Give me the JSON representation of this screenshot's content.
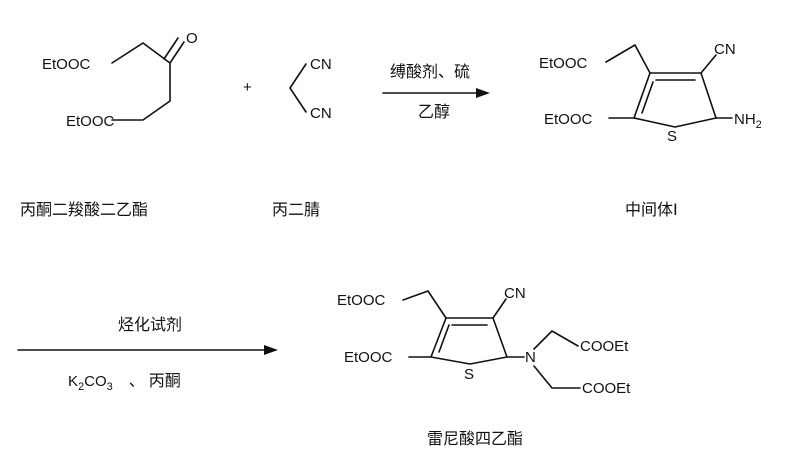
{
  "molecules": {
    "acetonedicarboxylate": {
      "group_top": "EtOOC",
      "group_bottom": "EtOOC",
      "oxygen": "O",
      "name": "丙酮二羧酸二乙酯"
    },
    "malononitrile": {
      "group_top": "CN",
      "group_bottom": "CN",
      "name": "丙二腈"
    },
    "intermediate": {
      "ester_top": "EtOOC",
      "ester_bottom": "EtOOC",
      "cyano": "CN",
      "sulfur": "S",
      "amine": "NH",
      "amine_sub": "2",
      "name": "中间体I"
    },
    "ranelate": {
      "ester_top": "EtOOC",
      "ester_bottom": "EtOOC",
      "cyano": "CN",
      "sulfur": "S",
      "nitrogen": "N",
      "arm_top": "COOEt",
      "arm_bottom": "COOEt",
      "name": "雷尼酸四乙酯"
    }
  },
  "plus_sign": "+",
  "reaction1": {
    "reagent_top": "缚酸剂、硫",
    "reagent_bottom": "乙醇"
  },
  "reaction2": {
    "reagent_top": "烃化试剂",
    "base_k": "K",
    "base_sub1": "2",
    "base_co": "CO",
    "base_sub2": "3",
    "separator": "、",
    "solvent": "丙酮"
  }
}
